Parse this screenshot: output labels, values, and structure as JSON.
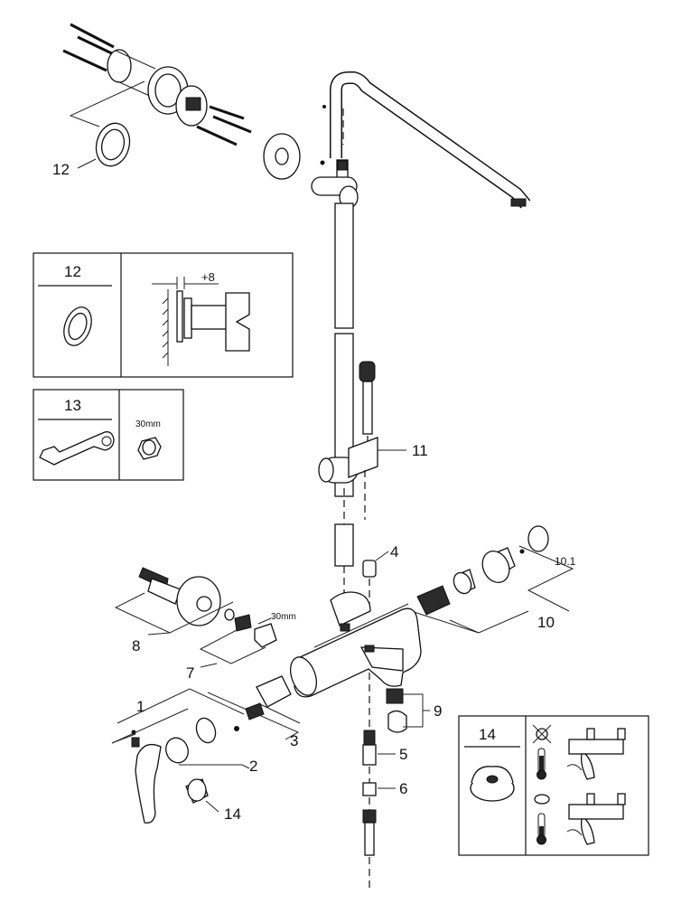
{
  "callouts": {
    "c1": "1",
    "c2": "2",
    "c3": "3",
    "c4": "4",
    "c5": "5",
    "c6": "6",
    "c7": "7",
    "c8": "8",
    "c9": "9",
    "c10": "10",
    "c10_1": "10.1",
    "c11": "11",
    "c12": "12",
    "c14": "14"
  },
  "detail_12": {
    "title": "12",
    "dimension": "+8"
  },
  "detail_13": {
    "title": "13",
    "size": "30mm"
  },
  "detail_14": {
    "title": "14"
  },
  "labels": {
    "nut_size": "30mm"
  }
}
